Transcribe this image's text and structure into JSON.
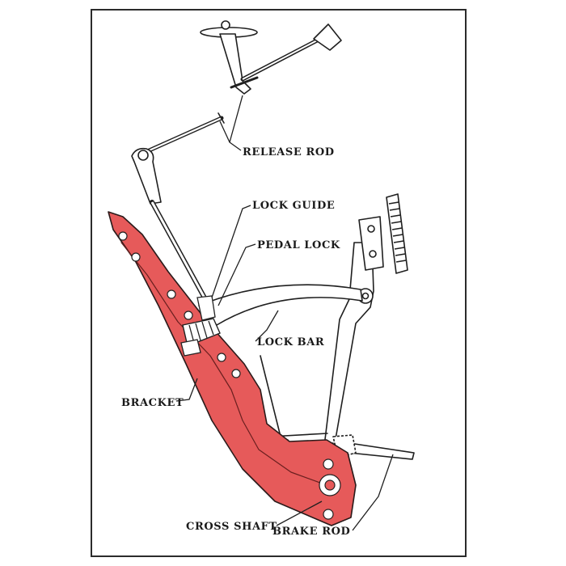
{
  "labels": {
    "release_rod": "RELEASE ROD",
    "lock_guide": "LOCK GUIDE",
    "pedal_lock": "PEDAL LOCK",
    "lock_bar": "LOCK BAR",
    "bracket": "BRACKET",
    "cross_shaft": "CROSS SHAFT",
    "brake_rod": "BRAKE ROD"
  },
  "colors": {
    "bracket_fill": "#e65a5a",
    "line": "#1f1f1f",
    "frame_border": "#2b2b2b",
    "background": "#ffffff"
  }
}
